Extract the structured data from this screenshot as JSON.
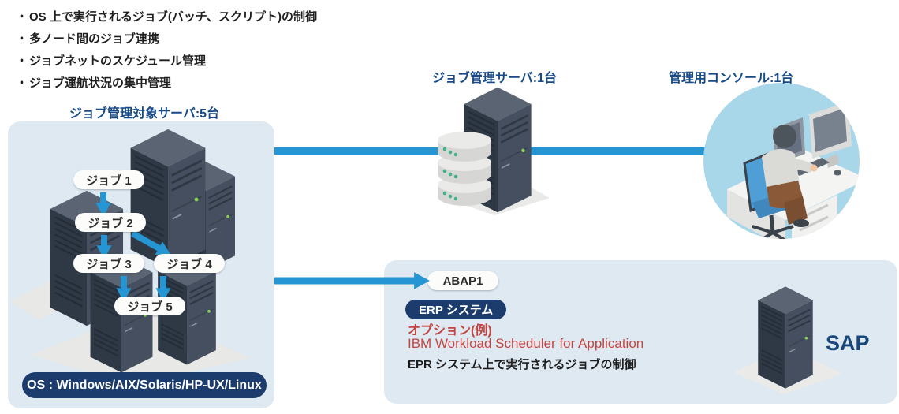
{
  "colors": {
    "accent_blue": "#2596d3",
    "panel_blue": "#dfe9f2",
    "navy_badge": "#1c3c6e",
    "heading_blue": "#174a87",
    "option_red": "#c4453f",
    "console_circle_blue": "#a8d7e9"
  },
  "feature_list": {
    "marker": "・",
    "items": [
      "OS 上で実行されるジョブ(バッチ、スクリプト)の制御",
      "多ノード間のジョブ連携",
      "ジョブネットのスケジュール管理",
      "ジョブ運航状況の集中管理"
    ]
  },
  "managed_servers": {
    "title": "ジョブ管理対象サーバ:5台",
    "jobs": [
      "ジョブ 1",
      "ジョブ 2",
      "ジョブ 3",
      "ジョブ 4",
      "ジョブ 5"
    ],
    "os_badge": "OS : Windows/AIX/Solaris/HP-UX/Linux"
  },
  "job_server": {
    "title": "ジョブ管理サーバ:1台"
  },
  "console": {
    "title": "管理用コンソール:1台"
  },
  "erp": {
    "abap_tag": "ABAP1",
    "badge": "ERP システム",
    "option_label": "オプション(例)",
    "option_product": "IBM Workload Scheduler for Application",
    "description": "EPR システム上で実行されるジョブの制御",
    "sap_label": "SAP"
  }
}
